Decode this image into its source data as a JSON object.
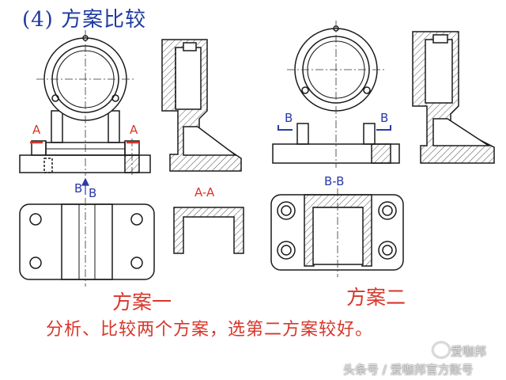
{
  "title": "(4) 方案比较",
  "scheme_one": {
    "label": "方案一",
    "section_left": "A",
    "section_right": "A",
    "view_mark_1": "B",
    "view_mark_2": "B",
    "section_view_label": "A-A"
  },
  "scheme_two": {
    "label": "方案二",
    "section_left": "B",
    "section_right": "B",
    "section_view_label": "B-B"
  },
  "conclusion": "分析、比较两个方案，选第二方案较好。",
  "watermark": {
    "brand": "爱咖邦",
    "source": "头条号 / 爱咖邦官方账号"
  },
  "colors": {
    "title": "#1e3aa0",
    "annotation_red": "#d8362a",
    "annotation_blue": "#2a3aa8",
    "line": "#1a1a1a",
    "center_line": "#333333"
  }
}
